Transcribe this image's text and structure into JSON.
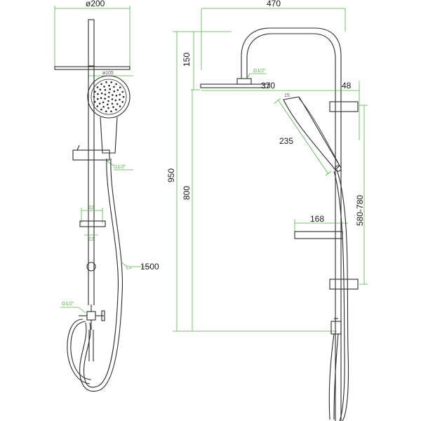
{
  "left_view": {
    "head_diameter": "ø200",
    "hand_shower_diameter": "ø105",
    "thread_holder": "G1/2\"",
    "slider_width": "32",
    "slider_gap": "22",
    "hose_prefix": "L=",
    "hose_length": "1500",
    "thread_valve": "G1/2\""
  },
  "right_view": {
    "total_width": "470",
    "head_drop": "150",
    "thread_arm": "G1/2\"",
    "arm_length": "370",
    "wall_offset": "48",
    "hand_angle": "15",
    "hand_length": "235",
    "total_height": "950",
    "head_height": "800",
    "shelf_width": "168",
    "slider_range": "580-780"
  },
  "colors": {
    "line": "#2b2b2b",
    "dimension": "#55b04a",
    "text": "#1a1a1a"
  }
}
